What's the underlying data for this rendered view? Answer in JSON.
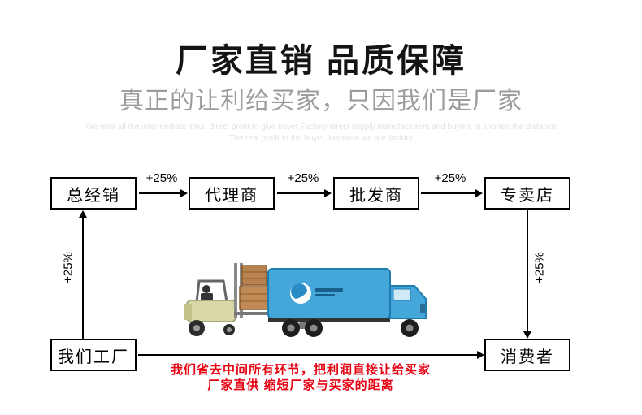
{
  "header": {
    "title": "厂家直销  品质保障",
    "subtitle": "真正的让利给买家，只因我们是厂家",
    "watermark_line1": "We omit all the intermediate links, direct profit to give buyer.Factory direct supply manufacturers and buyers to shorten the distance",
    "watermark_line2": "The real profit to the buyer, because we are factory"
  },
  "flow": {
    "nodes": [
      {
        "label": "总经销"
      },
      {
        "label": "代理商"
      },
      {
        "label": "批发商"
      },
      {
        "label": "专卖店"
      }
    ],
    "factory_label": "我们工厂",
    "consumer_label": "消费者",
    "increment_label": "+25%"
  },
  "caption": {
    "line1": "我们省去中间所有环节，把利润直接让给买家",
    "line2": "厂家直供 缩短厂家与买家的距离"
  },
  "colors": {
    "caption_red": "#e60012",
    "truck_blue": "#45a6d9",
    "box_border": "#000000"
  }
}
